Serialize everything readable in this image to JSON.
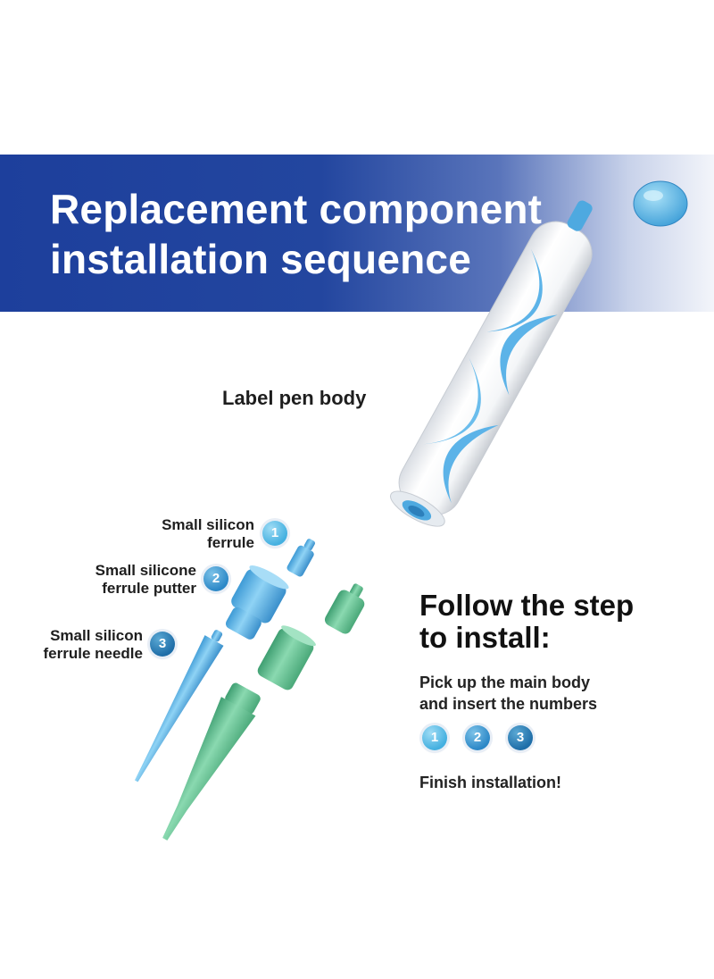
{
  "banner": {
    "title_line1": "Replacement component",
    "title_line2": "installation sequence"
  },
  "pen_body_label": "Label pen body",
  "parts": [
    {
      "line1": "Small silicon",
      "line2": "ferrule",
      "number": "1"
    },
    {
      "line1": "Small silicone",
      "line2": "ferrule putter",
      "number": "2"
    },
    {
      "line1": "Small silicon",
      "line2": "ferrule needle",
      "number": "3"
    }
  ],
  "instructions": {
    "title_line1": "Follow the step",
    "title_line2": "to install:",
    "body_line1": "Pick up the main body",
    "body_line2": "and insert the numbers",
    "steps": [
      "1",
      "2",
      "3"
    ],
    "finish": "Finish installation!"
  },
  "colors": {
    "banner_blue": "#23469f",
    "part_blue": "#5cb8ec",
    "part_green": "#6cc79a"
  }
}
